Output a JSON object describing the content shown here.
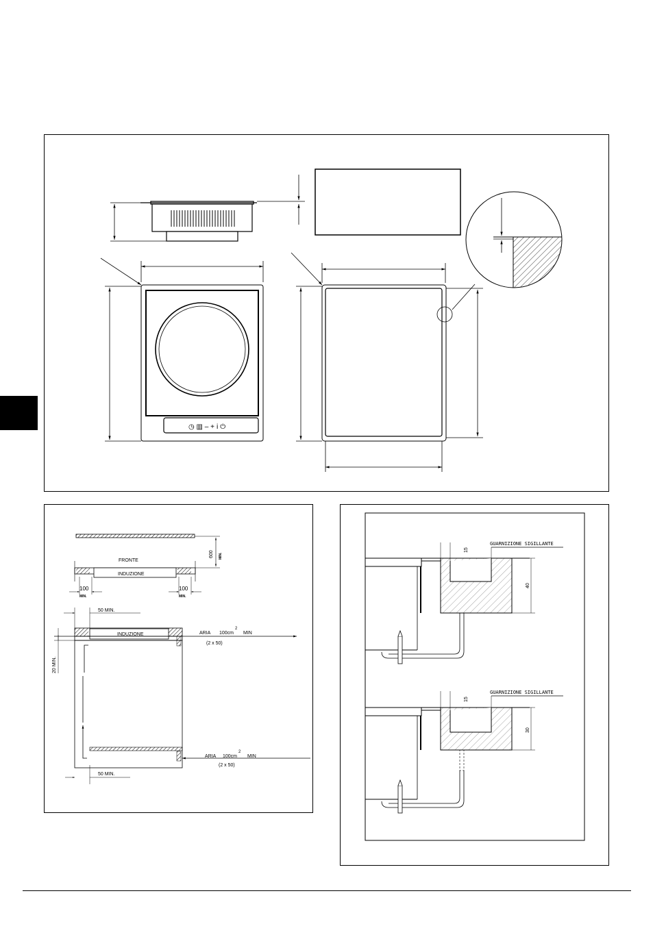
{
  "ventilation": {
    "front_label": "FRONTE",
    "induction_label": "INDUZIONE",
    "dim_600": "600",
    "dim_min": "MIN.",
    "dim_100": "100",
    "dim_50_min": "50 MIN.",
    "dim_20_min": "20 MIN.",
    "air_prefix": "ARIA",
    "air_value": "100cm",
    "air_exponent": "2",
    "air_suffix": "MIN",
    "air_split": "(2 x 50)"
  },
  "seal_detail": {
    "gasket_label": "GUARNIZIONE SIGILLANTE",
    "dim_15": "15",
    "dim_40": "40",
    "dim_30": "30"
  },
  "controls": {
    "symbols": "◷ ▥ – +   ⅰ ⏻"
  }
}
